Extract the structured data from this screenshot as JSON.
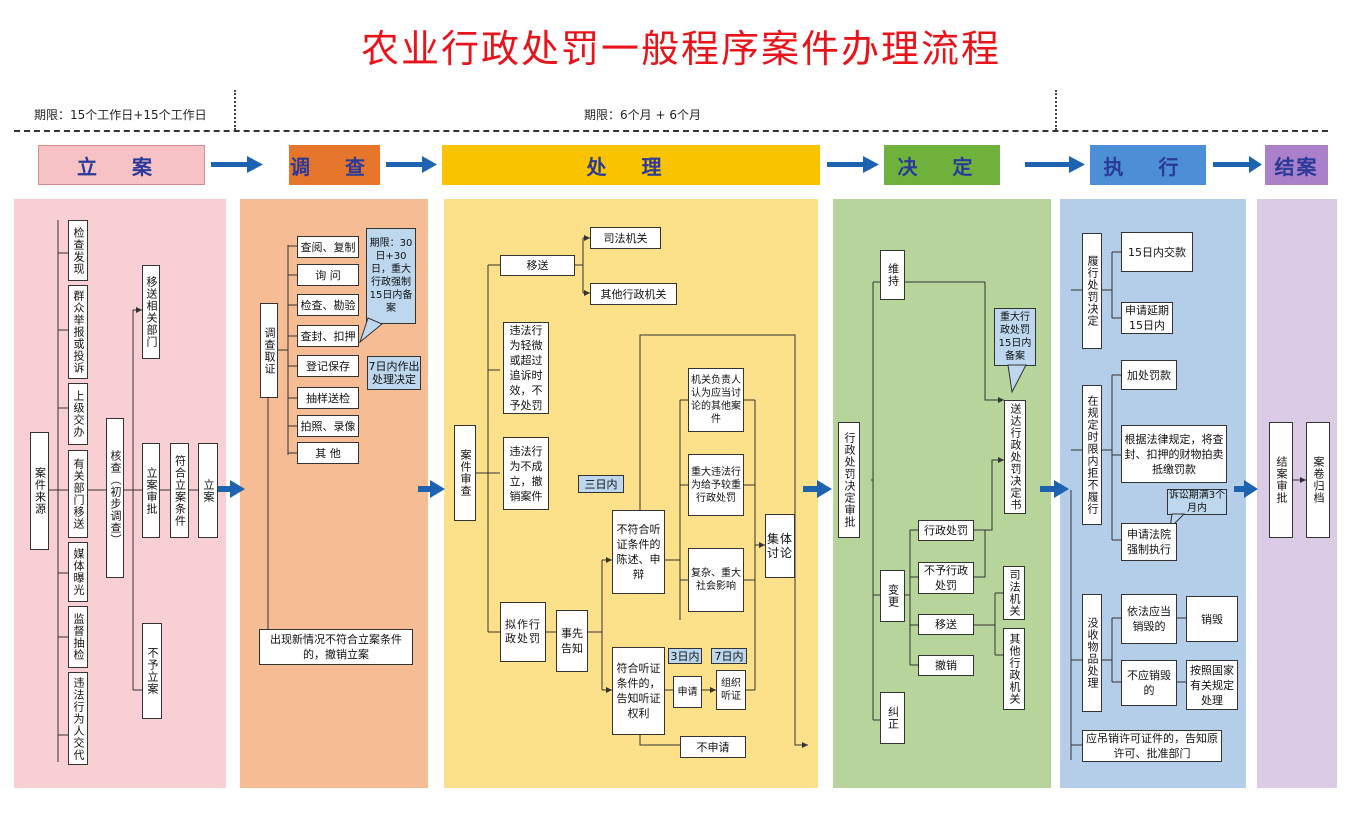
{
  "title": "农业行政处罚一般程序案件办理流程",
  "periods": {
    "left": "期限：15个工作日+15个工作日",
    "right": "期限：6个月 + 6个月"
  },
  "stages": {
    "lian": "立 案",
    "diaocha": "调 查",
    "chuli": "处 理",
    "jueding": "决 定",
    "zhixing": "执 行",
    "jiean": "结案"
  },
  "colors": {
    "title": "#e8141b",
    "lian": "#f6c2c6",
    "diaocha": "#f5b58a",
    "chuli": "#fde08a",
    "jueding": "#b7d49a",
    "zhixing": "#b4cde8",
    "jiean": "#dccbe6",
    "arrow": "#1d63b1"
  },
  "lian": {
    "source": "案件来源",
    "sources": [
      "检查发现",
      "群众举报或投诉",
      "上级交办",
      "有关部门移送",
      "媒体曝光",
      "监督抽检",
      "违法行为人交代"
    ],
    "verify": "核查（初步调查）",
    "transfer": "移送相关部门",
    "approve": "立案审批",
    "meets": "符合立案条件",
    "file": "立案",
    "not_file": "不予立案"
  },
  "diaocha": {
    "collect": "调查取证",
    "items": [
      "查阅、复制",
      "询 问",
      "检查、勘验",
      "查封、扣押",
      "登记保存",
      "抽样送检",
      "拍照、录像",
      "其 他"
    ],
    "note_period": "期限：30日+30日，重大行政强制15日内备案",
    "note_7days": "7日内作出处理决定",
    "cancel": "出现新情况不符合立案条件的，撤销立案"
  },
  "chuli": {
    "review": "案件审查",
    "transfer": "移送",
    "judicial": "司法机关",
    "other_admin": "其他行政机关",
    "minor": "违法行为轻微或超过追诉时效，不予处罚",
    "not_established": "违法行为不成立，撤销案件",
    "plan": "拟作行政处罚",
    "notify": "事先告知",
    "three_days": "三日内",
    "not_hearing": "不符合听证条件的陈述、申辩",
    "hearing": "符合听证条件的，告知听证权利",
    "case_a": "机关负责人认为应当讨论的其他案件",
    "case_b": "重大违法行为给予较重行政处罚",
    "case_c": "复杂、重大社会影响",
    "collective": "集体讨论",
    "days3": "3日内",
    "days7": "7日内",
    "apply": "申请",
    "organize": "组织听证",
    "no_apply": "不申请"
  },
  "jueding": {
    "decision": "行政处罚决定审批",
    "maintain": "维持",
    "change": "变更",
    "correct": "纠正",
    "admin_penalty": "行政处罚",
    "no_penalty": "不予行政处罚",
    "transfer": "移送",
    "revoke": "撤销",
    "judicial": "司法机关",
    "other_admin": "其他行政机关",
    "deliver": "送达行政处罚决定书",
    "note_major": "重大行政处罚15日内备案"
  },
  "zhixing": {
    "perform": "履行处罚决定",
    "pay15": "15日内交款",
    "extend": "申请延期15日内",
    "refuse": "在规定时限内拒不履行",
    "surcharge": "加处罚款",
    "auction": "根据法律规定，将查封、扣押的财物拍卖抵缴罚款",
    "litigation_note": "诉讼期满3个月内",
    "court": "申请法院强制执行",
    "confiscate": "没收物品处理",
    "destroy_should": "依法应当销毁的",
    "destroy": "销毁",
    "not_destroy": "不应销毁的",
    "state_handle": "按照国家有关规定处理",
    "revoke_license": "应吊销许可证件的，告知原许可、批准部门"
  },
  "jiean": {
    "approve": "结案审批",
    "archive": "案卷归档"
  }
}
